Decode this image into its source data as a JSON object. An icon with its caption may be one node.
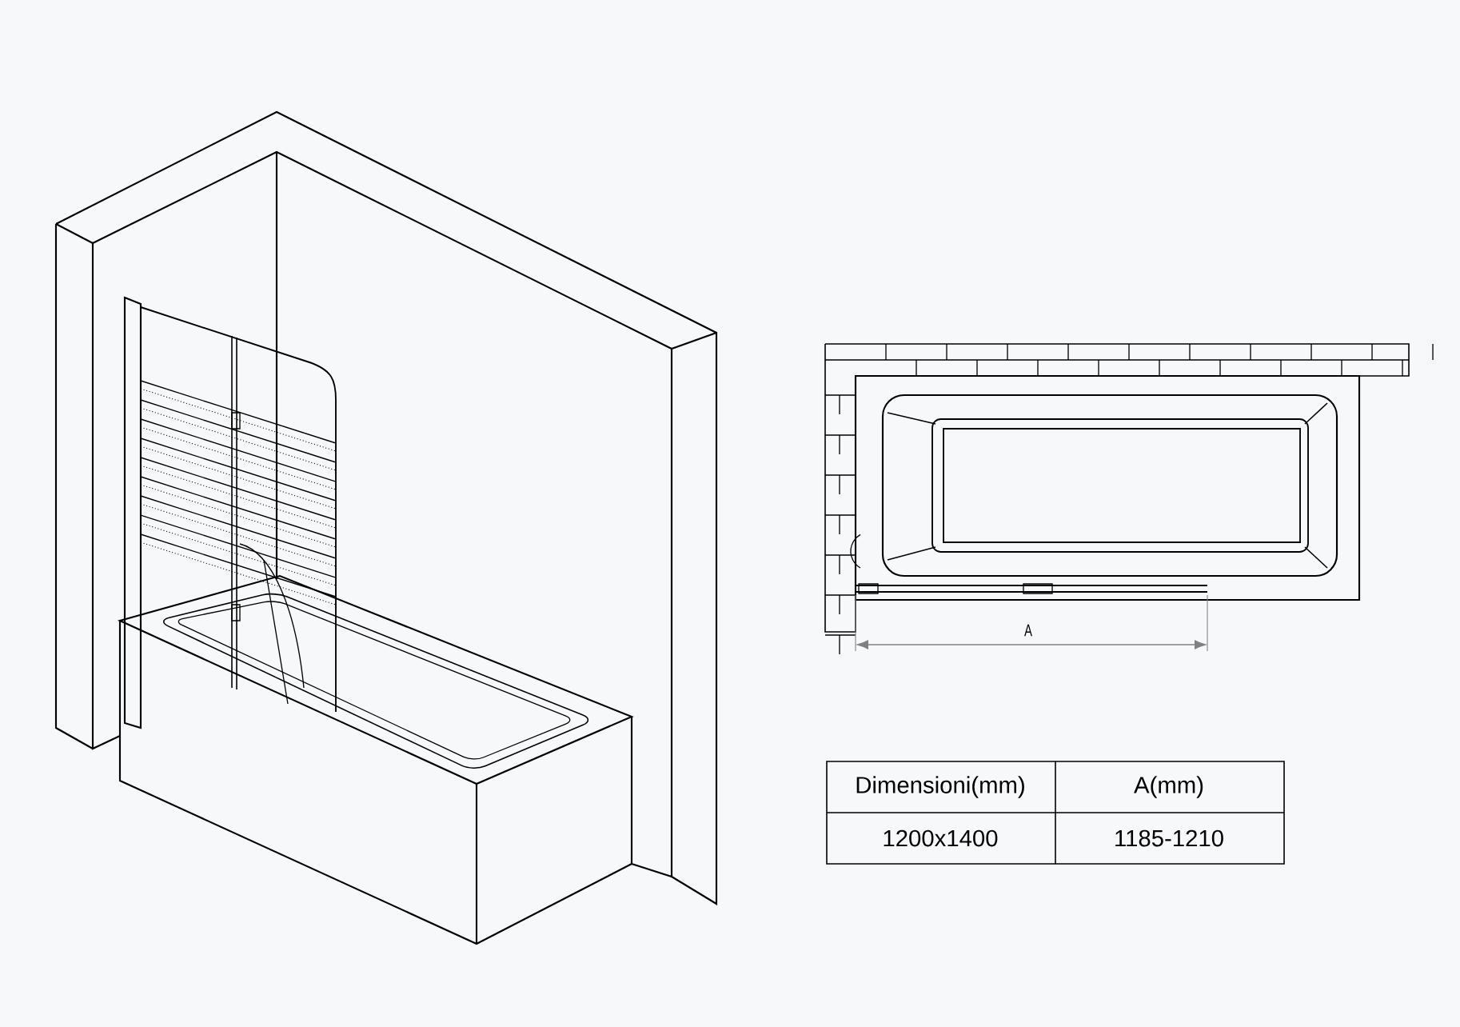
{
  "diagram": {
    "labels": [
      "A",
      "Dimensioni(mm)",
      "A(mm)",
      "1200x1400",
      "1185-1210"
    ]
  }
}
